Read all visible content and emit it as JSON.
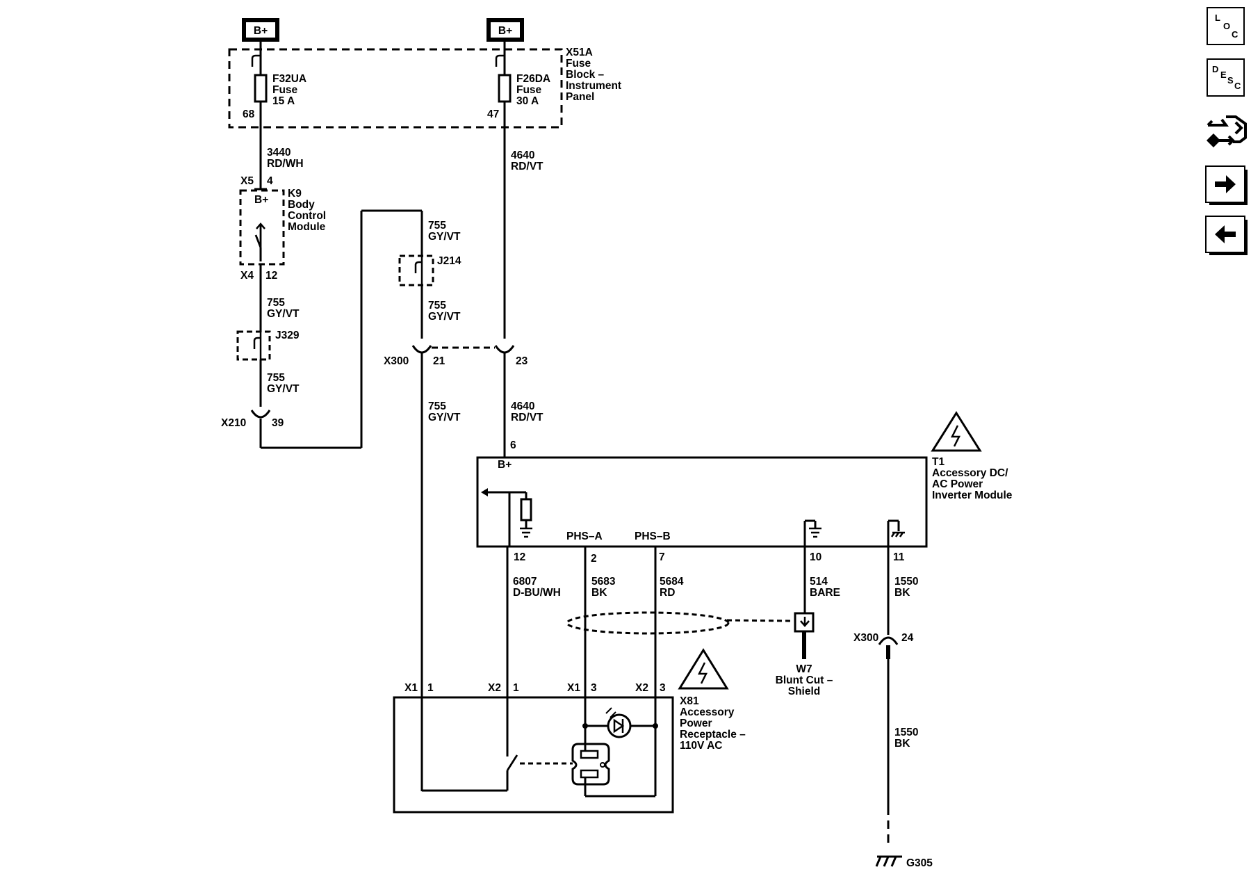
{
  "colors": {
    "ink": "#000000",
    "background": "#ffffff"
  },
  "supply": {
    "b_plus_1": "B+",
    "b_plus_2": "B+"
  },
  "fuse_block": {
    "name": "X51A",
    "desc_1": "Fuse",
    "desc_2": "Block –",
    "desc_3": "Instrument",
    "desc_4": "Panel",
    "fuse_1": {
      "name": "F32UA",
      "word": "Fuse",
      "rating": "15 A",
      "pin": "68"
    },
    "fuse_2": {
      "name": "F26DA",
      "word": "Fuse",
      "rating": "30 A",
      "pin": "47"
    }
  },
  "bcm": {
    "name": "K9",
    "desc_1": "Body",
    "desc_2": "Control",
    "desc_3": "Module",
    "conn_in": "X5",
    "pin_in": "4",
    "b_plus": "B+",
    "conn_out": "X4",
    "pin_out": "12"
  },
  "wires": {
    "w3440": {
      "circuit": "3440",
      "color": "RD/WH"
    },
    "w4640_a": {
      "circuit": "4640",
      "color": "RD/VT"
    },
    "w4640_b": {
      "circuit": "4640",
      "color": "RD/VT"
    },
    "w755_a": {
      "circuit": "755",
      "color": "GY/VT"
    },
    "w755_b": {
      "circuit": "755",
      "color": "GY/VT"
    },
    "w755_c": {
      "circuit": "755",
      "color": "GY/VT"
    },
    "w755_d": {
      "circuit": "755",
      "color": "GY/VT"
    },
    "w755_e": {
      "circuit": "755",
      "color": "GY/VT"
    },
    "w6807": {
      "circuit": "6807",
      "color": "D-BU/WH"
    },
    "w5683": {
      "circuit": "5683",
      "color": "BK"
    },
    "w5684": {
      "circuit": "5684",
      "color": "RD"
    },
    "w514": {
      "circuit": "514",
      "color": "BARE"
    },
    "w1550_a": {
      "circuit": "1550",
      "color": "BK"
    },
    "w1550_b": {
      "circuit": "1550",
      "color": "BK"
    }
  },
  "splices": {
    "j214": "J214",
    "j329": "J329"
  },
  "connectors": {
    "x210": {
      "name": "X210",
      "pin": "39"
    },
    "x300_a": {
      "name": "X300",
      "pin_1": "21",
      "pin_2": "23"
    },
    "x300_b": {
      "name": "X300",
      "pin": "24"
    }
  },
  "inverter": {
    "name": "T1",
    "desc_1": "Accessory DC/",
    "desc_2": "AC Power",
    "desc_3": "Inverter Module",
    "b_plus": "B+",
    "b_plus_pin": "6",
    "phs_a": "PHS–A",
    "phs_b": "PHS–B",
    "pins": [
      "12",
      "2",
      "7",
      "10",
      "11"
    ]
  },
  "shield": {
    "name": "W7",
    "desc_1": "Blunt Cut –",
    "desc_2": "Shield"
  },
  "receptacle": {
    "name": "X81",
    "desc_1": "Accessory",
    "desc_2": "Power",
    "desc_3": "Receptacle –",
    "desc_4": "110V AC",
    "conn_1": "X1",
    "pin_1": "1",
    "conn_2": "X2",
    "pin_2": "1",
    "conn_3": "X1",
    "pin_3": "3",
    "conn_4": "X2",
    "pin_4": "3"
  },
  "ground": {
    "name": "G305"
  },
  "nav": {
    "loc": [
      "L",
      "O",
      "C"
    ],
    "desc": [
      "D",
      "E",
      "S",
      "C"
    ],
    "connector_icon": "connector-end-view-icon",
    "next_icon": "arrow-right-icon",
    "prev_icon": "arrow-left-icon"
  }
}
